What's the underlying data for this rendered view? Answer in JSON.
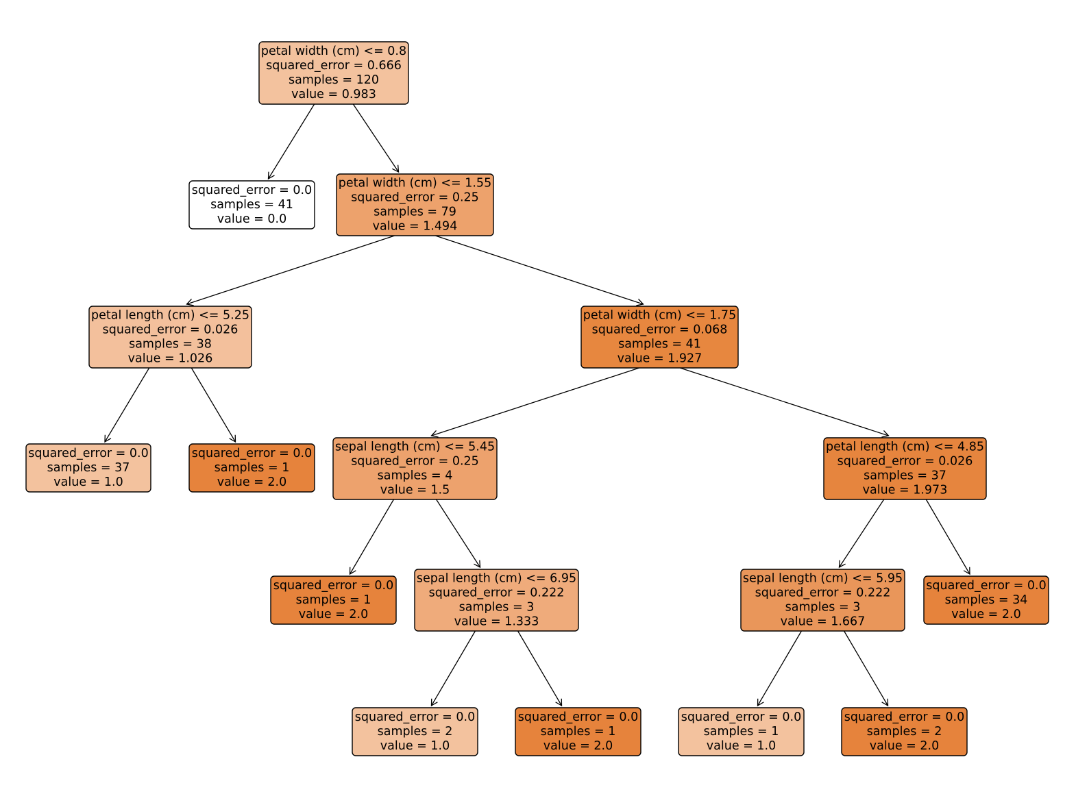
{
  "nodes": [
    {
      "id": "n0",
      "lines": [
        "petal width (cm) <= 0.8",
        "squared_error = 0.666",
        "samples = 120",
        "value = 0.983"
      ],
      "fill": "#f3c29e"
    },
    {
      "id": "n1",
      "lines": [
        "squared_error = 0.0",
        "samples = 41",
        "value = 0.0"
      ],
      "fill": "#ffffff"
    },
    {
      "id": "n2",
      "lines": [
        "petal width (cm) <= 1.55",
        "squared_error = 0.25",
        "samples = 79",
        "value = 1.494"
      ],
      "fill": "#eda26c"
    },
    {
      "id": "n3",
      "lines": [
        "petal length (cm) <= 5.25",
        "squared_error = 0.026",
        "samples = 38",
        "value = 1.026"
      ],
      "fill": "#f3c09c"
    },
    {
      "id": "n4",
      "lines": [
        "squared_error = 0.0",
        "samples = 37",
        "value = 1.0"
      ],
      "fill": "#f3c29e"
    },
    {
      "id": "n5",
      "lines": [
        "squared_error = 0.0",
        "samples = 1",
        "value = 2.0"
      ],
      "fill": "#e6833c"
    },
    {
      "id": "n6",
      "lines": [
        "petal width (cm) <= 1.75",
        "squared_error = 0.068",
        "samples = 41",
        "value = 1.927"
      ],
      "fill": "#e7873f"
    },
    {
      "id": "n7",
      "lines": [
        "sepal length (cm) <= 5.45",
        "squared_error = 0.25",
        "samples = 4",
        "value = 1.5"
      ],
      "fill": "#eda26d"
    },
    {
      "id": "n8",
      "lines": [
        "squared_error = 0.0",
        "samples = 1",
        "value = 2.0"
      ],
      "fill": "#e6833c"
    },
    {
      "id": "n9",
      "lines": [
        "sepal length (cm) <= 6.95",
        "squared_error = 0.222",
        "samples = 3",
        "value = 1.333"
      ],
      "fill": "#efab7b"
    },
    {
      "id": "n10",
      "lines": [
        "squared_error = 0.0",
        "samples = 2",
        "value = 1.0"
      ],
      "fill": "#f3c29e"
    },
    {
      "id": "n11",
      "lines": [
        "squared_error = 0.0",
        "samples = 1",
        "value = 2.0"
      ],
      "fill": "#e6833c"
    },
    {
      "id": "n12",
      "lines": [
        "petal length (cm) <= 4.85",
        "squared_error = 0.026",
        "samples = 37",
        "value = 1.973"
      ],
      "fill": "#e6853e"
    },
    {
      "id": "n13",
      "lines": [
        "sepal length (cm) <= 5.95",
        "squared_error = 0.222",
        "samples = 3",
        "value = 1.667"
      ],
      "fill": "#e9965a"
    },
    {
      "id": "n14",
      "lines": [
        "squared_error = 0.0",
        "samples = 1",
        "value = 1.0"
      ],
      "fill": "#f3c29e"
    },
    {
      "id": "n15",
      "lines": [
        "squared_error = 0.0",
        "samples = 2",
        "value = 2.0"
      ],
      "fill": "#e6833c"
    },
    {
      "id": "n16",
      "lines": [
        "squared_error = 0.0",
        "samples = 34",
        "value = 2.0"
      ],
      "fill": "#e6833c"
    }
  ],
  "edges": [
    [
      "n0",
      "n1"
    ],
    [
      "n0",
      "n2"
    ],
    [
      "n2",
      "n3"
    ],
    [
      "n2",
      "n6"
    ],
    [
      "n3",
      "n4"
    ],
    [
      "n3",
      "n5"
    ],
    [
      "n6",
      "n7"
    ],
    [
      "n6",
      "n12"
    ],
    [
      "n7",
      "n8"
    ],
    [
      "n7",
      "n9"
    ],
    [
      "n9",
      "n10"
    ],
    [
      "n9",
      "n11"
    ],
    [
      "n12",
      "n13"
    ],
    [
      "n12",
      "n16"
    ],
    [
      "n13",
      "n14"
    ],
    [
      "n13",
      "n15"
    ]
  ]
}
